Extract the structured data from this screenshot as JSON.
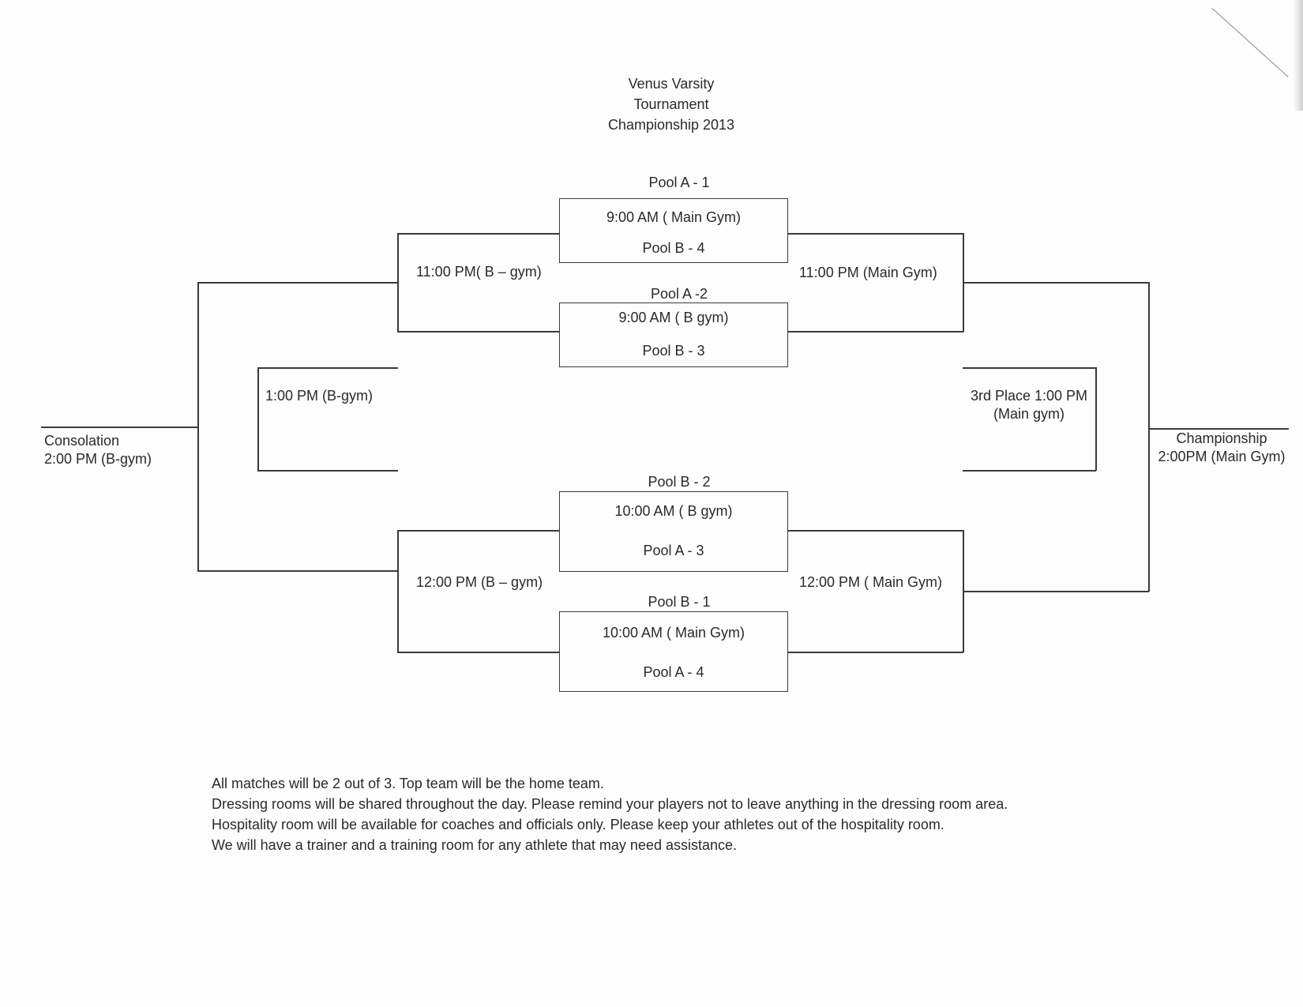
{
  "title": {
    "line1": "Venus Varsity",
    "line2": "Tournament",
    "line3": "Championship 2013"
  },
  "first_round": [
    {
      "top_seed": "Pool A - 1",
      "time": "9:00 AM  ( Main Gym)",
      "bottom_seed": "Pool B - 4"
    },
    {
      "top_seed": "Pool A -2",
      "time": "9:00 AM  ( B gym)",
      "bottom_seed": "Pool B - 3"
    },
    {
      "top_seed": "Pool B - 2",
      "time": "10:00 AM ( B gym)",
      "bottom_seed": "Pool A - 3"
    },
    {
      "top_seed": "Pool B - 1",
      "time": "10:00 AM ( Main Gym)",
      "bottom_seed": "Pool A - 4"
    }
  ],
  "left_bracket": {
    "upper_match": "11:00 PM( B – gym)",
    "lower_match": "12:00 PM (B – gym)",
    "middle_match": "1:00 PM (B-gym)",
    "final_label": "Consolation",
    "final_time": "2:00 PM (B-gym)"
  },
  "right_bracket": {
    "upper_match": "11:00 PM (Main Gym)",
    "lower_match": "12:00 PM ( Main Gym)",
    "third_place_line1": "3rd Place 1:00 PM",
    "third_place_line2": "(Main gym)",
    "final_label": "Championship",
    "final_time": "2:00PM (Main Gym)"
  },
  "notes": [
    "All matches will be 2 out of 3. Top team will be the home team.",
    "Dressing rooms will be shared throughout the day. Please remind your players not to leave anything in the dressing room area.",
    "Hospitality room will be available for coaches and officials only. Please keep your athletes out of the hospitality room.",
    "We will have a trainer and a training room for any athlete that may need assistance."
  ]
}
